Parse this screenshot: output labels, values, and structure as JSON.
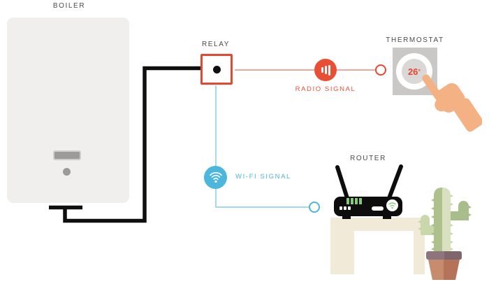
{
  "labels": {
    "boiler": "BOILER",
    "relay": "RELAY",
    "thermostat": "THERMOSTAT",
    "radio_signal": "RADIO SIGNAL",
    "wifi_signal": "WI-FI SIGNAL",
    "router": "ROUTER"
  },
  "thermostat_display": {
    "value": "26",
    "unit": "°"
  },
  "icons": {
    "radio": "signal-bars-icon",
    "wifi": "wifi-icon",
    "router_badge": "wifi-icon",
    "hand": "pointing-hand-icon",
    "plant": "cactus-icon"
  },
  "colors": {
    "accent_red": "#e8462e",
    "radio_line_salmon": "#f2a99b",
    "accent_blue": "#4cb6dc",
    "wifi_line_light_blue": "#a7d9ec",
    "wire_black": "#0f0f0f",
    "label_gray": "#4b4b4b",
    "boiler_gray": "#f0efed",
    "thermostat_gray": "#c9c8c6",
    "temperature_red": "#e8432e",
    "hand_skin": "#f4b183",
    "router_black": "#0d0d0d",
    "router_indicator_green": "#84c97e",
    "table_beige": "#f1ead9",
    "cactus_green_dark": "#aec18d",
    "cactus_green_light": "#d8e0bf",
    "pot_terracotta": "#c78b6e"
  }
}
